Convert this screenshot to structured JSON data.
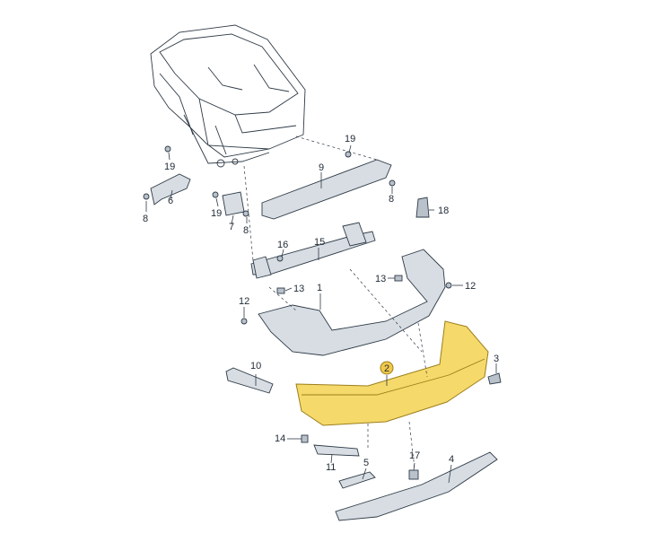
{
  "colors": {
    "highlight_fill": "#f5d96b",
    "highlight_stroke": "#9c7f1a",
    "badge_fill": "#f2c84b",
    "part_fill": "#d7dde3",
    "line": "#2e3a46"
  },
  "callouts": [
    {
      "id": "c1",
      "text": "1"
    },
    {
      "id": "c2",
      "text": "2"
    },
    {
      "id": "c3",
      "text": "3"
    },
    {
      "id": "c4",
      "text": "4"
    },
    {
      "id": "c5",
      "text": "5"
    },
    {
      "id": "c6",
      "text": "6"
    },
    {
      "id": "c7",
      "text": "7"
    },
    {
      "id": "c8a",
      "text": "8"
    },
    {
      "id": "c8b",
      "text": "8"
    },
    {
      "id": "c8c",
      "text": "8"
    },
    {
      "id": "c9",
      "text": "9"
    },
    {
      "id": "c10",
      "text": "10"
    },
    {
      "id": "c11",
      "text": "11"
    },
    {
      "id": "c12a",
      "text": "12"
    },
    {
      "id": "c12b",
      "text": "12"
    },
    {
      "id": "c13a",
      "text": "13"
    },
    {
      "id": "c13b",
      "text": "13"
    },
    {
      "id": "c14",
      "text": "14"
    },
    {
      "id": "c15",
      "text": "15"
    },
    {
      "id": "c16",
      "text": "16"
    },
    {
      "id": "c17",
      "text": "17"
    },
    {
      "id": "c18",
      "text": "18"
    },
    {
      "id": "c19a",
      "text": "19"
    },
    {
      "id": "c19b",
      "text": "19"
    },
    {
      "id": "c19c",
      "text": "19"
    }
  ]
}
